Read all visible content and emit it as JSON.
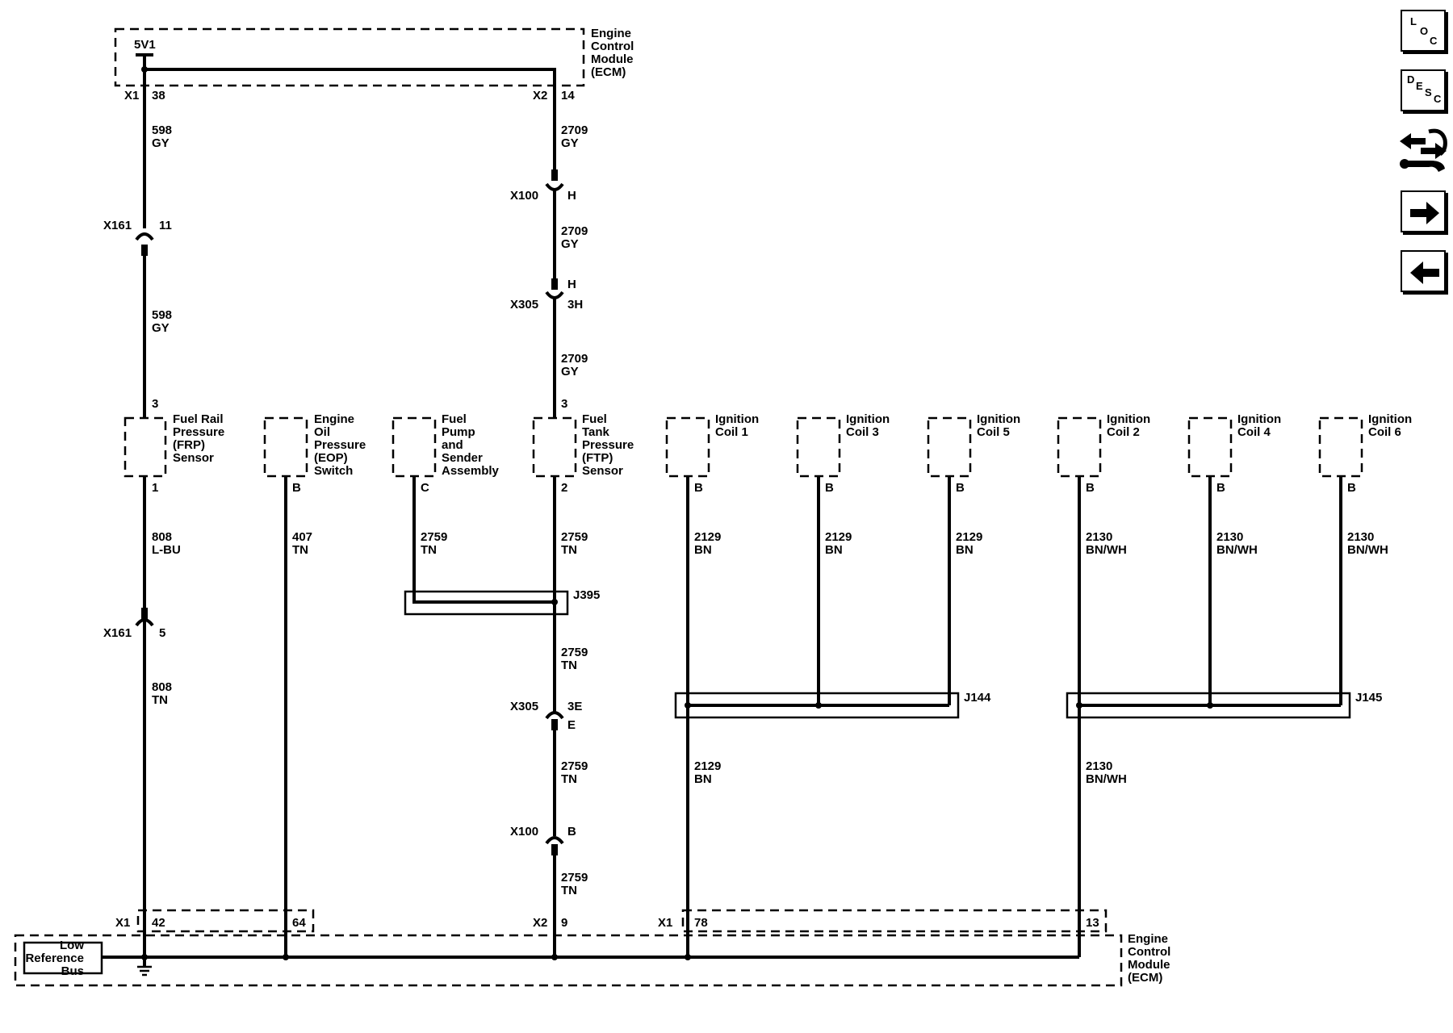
{
  "ecm_top": {
    "title": [
      "Engine",
      "Control",
      "Module",
      "(ECM)"
    ],
    "supply": "5V1"
  },
  "ecm_bottom": {
    "title": [
      "Engine",
      "Control",
      "Module",
      "(ECM)"
    ],
    "bus_label": [
      "Low",
      "Reference",
      "Bus"
    ]
  },
  "connectors": {
    "x1_top": "X1",
    "x1_top_pin": "38",
    "x2_top": "X2",
    "x2_top_pin": "14",
    "x161_a": "X161",
    "x161_a_pin": "11",
    "x161_b": "X161",
    "x161_b_pin": "5",
    "x100_a": "X100",
    "x100_a_pin": "H",
    "x305_a_upper": "H",
    "x305_a": "X305",
    "x305_a_pin": "3H",
    "x305_b": "X305",
    "x305_b_pin": "3E",
    "x305_b_lower": "E",
    "x100_b": "X100",
    "x100_b_pin": "B",
    "x1_bottom": "X1",
    "x1_bottom_pin": "42",
    "x1_bottom_pin2": "64",
    "x2_bottom": "X2",
    "x2_bottom_pin": "9",
    "x1_bottom_b": "X1",
    "x1_bottom_b_pin": "78",
    "x1_bottom_b_pin2": "13"
  },
  "wires": {
    "w598_top": [
      "598",
      "GY"
    ],
    "w598_mid": [
      "598",
      "GY"
    ],
    "w2709_a": [
      "2709",
      "GY"
    ],
    "w2709_b": [
      "2709",
      "GY"
    ],
    "w2709_c": [
      "2709",
      "GY"
    ],
    "w808_a": [
      "808",
      "L-BU"
    ],
    "w808_b": [
      "808",
      "TN"
    ],
    "w407": [
      "407",
      "TN"
    ],
    "w2759_pump": [
      "2759",
      "TN"
    ],
    "w2759_ftp": [
      "2759",
      "TN"
    ],
    "w2759_b": [
      "2759",
      "TN"
    ],
    "w2759_c": [
      "2759",
      "TN"
    ],
    "w2759_d": [
      "2759",
      "TN"
    ],
    "w2129_c1": [
      "2129",
      "BN"
    ],
    "w2129_c3": [
      "2129",
      "BN"
    ],
    "w2129_c5": [
      "2129",
      "BN"
    ],
    "w2130_c2": [
      "2130",
      "BN/WH"
    ],
    "w2130_c4": [
      "2130",
      "BN/WH"
    ],
    "w2130_c6": [
      "2130",
      "BN/WH"
    ],
    "w2129_main": [
      "2129",
      "BN"
    ],
    "w2130_main": [
      "2130",
      "BN/WH"
    ]
  },
  "splices": {
    "j395": "J395",
    "j144": "J144",
    "j145": "J145"
  },
  "components": [
    {
      "name": [
        "Fuel Rail",
        "Pressure",
        "(FRP)",
        "Sensor"
      ],
      "pin_top": "3",
      "pin_bottom": "1"
    },
    {
      "name": [
        "Engine",
        "Oil",
        "Pressure",
        "(EOP)",
        "Switch"
      ],
      "pin_bottom": "B"
    },
    {
      "name": [
        "Fuel",
        "Pump",
        "and",
        "Sender",
        "Assembly"
      ],
      "pin_bottom": "C"
    },
    {
      "name": [
        "Fuel",
        "Tank",
        "Pressure",
        "(FTP)",
        "Sensor"
      ],
      "pin_top": "3",
      "pin_bottom": "2"
    },
    {
      "name": [
        "Ignition",
        "Coil 1"
      ],
      "pin_bottom": "B"
    },
    {
      "name": [
        "Ignition",
        "Coil 3"
      ],
      "pin_bottom": "B"
    },
    {
      "name": [
        "Ignition",
        "Coil 5"
      ],
      "pin_bottom": "B"
    },
    {
      "name": [
        "Ignition",
        "Coil 2"
      ],
      "pin_bottom": "B"
    },
    {
      "name": [
        "Ignition",
        "Coil 4"
      ],
      "pin_bottom": "B"
    },
    {
      "name": [
        "Ignition",
        "Coil 6"
      ],
      "pin_bottom": "B"
    }
  ],
  "nav": {
    "loc": {
      "l1": "L",
      "l2": "O",
      "l3": "C",
      "icon": "location-button"
    },
    "desc": {
      "l1": "D",
      "l2": "E",
      "l3": "S",
      "l4": "C",
      "icon": "description-button"
    },
    "tools": {
      "icon": "wrench-arrows-icon"
    },
    "next": {
      "icon": "arrow-right-icon"
    },
    "prev": {
      "icon": "arrow-left-icon"
    }
  }
}
